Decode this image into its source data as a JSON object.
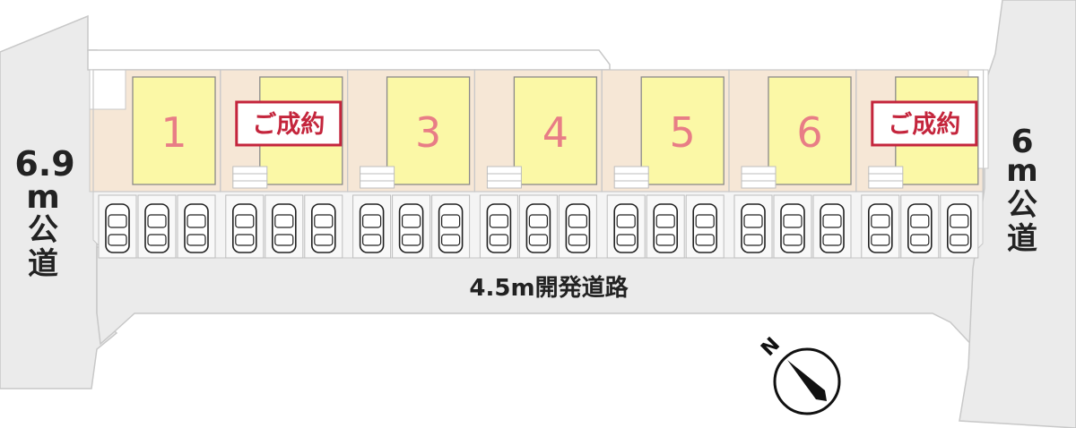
{
  "roads": {
    "left": {
      "width": "6.9",
      "unit": "m",
      "type1": "公",
      "type2": "道"
    },
    "right": {
      "width": "6",
      "unit": "m",
      "type1": "公",
      "type2": "道"
    },
    "main": {
      "label": "4.5m開発道路"
    }
  },
  "lots": [
    {
      "label": "1",
      "sold": false
    },
    {
      "label": "ご成約",
      "sold": true
    },
    {
      "label": "3",
      "sold": false
    },
    {
      "label": "4",
      "sold": false
    },
    {
      "label": "5",
      "sold": false
    },
    {
      "label": "6",
      "sold": false
    },
    {
      "label": "ご成約",
      "sold": true
    }
  ],
  "compass": {
    "label": "N"
  },
  "colors": {
    "road": "#ebebeb",
    "house": "#fbf8a6",
    "lot_ground": "#f6e7d6",
    "lot_number": "#e87d86",
    "sold": "#c4253c"
  }
}
